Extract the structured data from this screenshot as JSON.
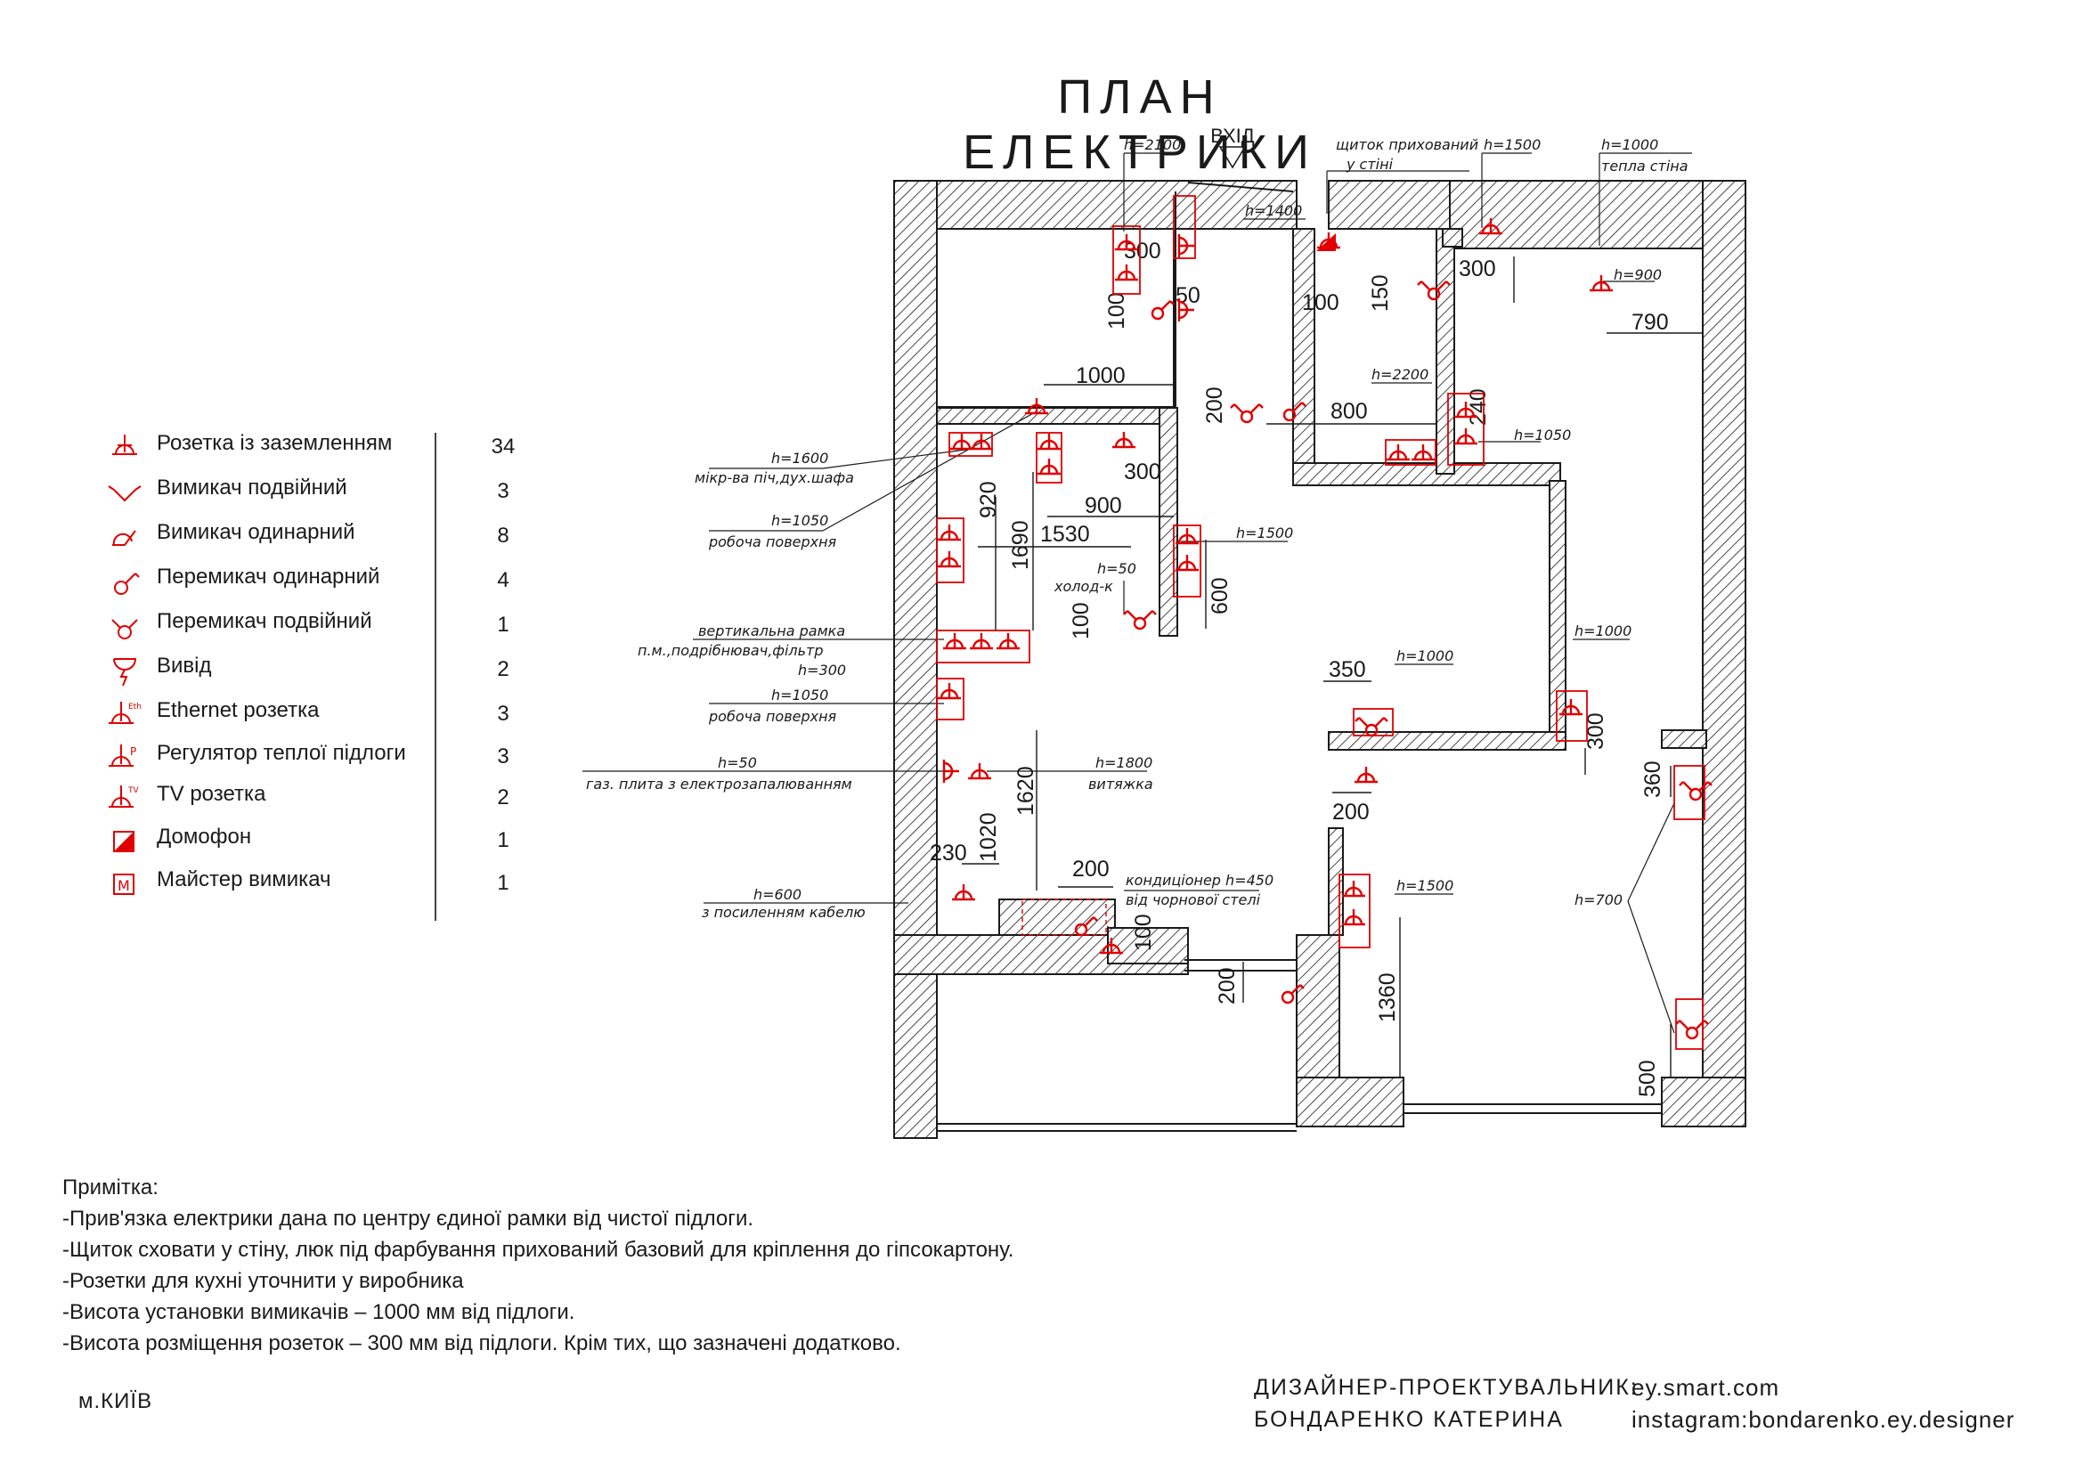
{
  "title": "ПЛАН ЕЛЕКТРИКИ",
  "entrance_label": "ВХІД",
  "legend": [
    {
      "icon": "grounded-socket-icon",
      "label": "Розетка із заземленням",
      "count": "34"
    },
    {
      "icon": "double-switch-icon",
      "label": "Вимикач подвійний",
      "count": "3"
    },
    {
      "icon": "single-switch-icon",
      "label": "Вимикач одинарний",
      "count": "8"
    },
    {
      "icon": "single-toggle-switch-icon",
      "label": "Перемикач одинарний",
      "count": "4"
    },
    {
      "icon": "double-toggle-switch-icon",
      "label": "Перемикач подвійний",
      "count": "1"
    },
    {
      "icon": "outlet-lead-icon",
      "label": "Вивід",
      "count": "2"
    },
    {
      "icon": "ethernet-socket-icon",
      "label": "Ethernet розетка",
      "count": "3"
    },
    {
      "icon": "floor-heating-regulator-icon",
      "label": "Регулятор теплої підлоги",
      "count": "3"
    },
    {
      "icon": "tv-socket-icon",
      "label": "TV розетка",
      "count": "2"
    },
    {
      "icon": "intercom-icon",
      "label": "Домофон",
      "count": "1"
    },
    {
      "icon": "master-switch-icon",
      "label": "Майстер вимикач",
      "count": "1"
    }
  ],
  "notes": {
    "heading": "Примітка:",
    "lines": [
      "-Прив'язка електрики дана по центру єдиної рамки від чистої підлоги.",
      "-Щиток сховати у стіну, люк під фарбування прихований базовий для кріплення до гіпсокартону.",
      "-Розетки для кухні уточнити у виробника",
      "-Висота установки вимикачів – 1000 мм від підлоги.",
      "-Висота розміщення розеток – 300 мм від підлоги. Крім тих, що зазначені додатково."
    ]
  },
  "city": "м.КИЇВ",
  "designer": {
    "role": "ДИЗАЙНЕР-ПРОЕКТУВАЛЬНИК:",
    "name": "БОНДАРЕНКО КАТЕРИНА"
  },
  "contact": {
    "site": "ey.smart.com",
    "instagram": "instagram:bondarenko.ey.designer"
  },
  "dimensions": {
    "d300a": "300",
    "d100a": "100",
    "d50": "50",
    "d1000": "1000",
    "d100b": "100",
    "d150": "150",
    "d300b": "300",
    "d790": "790",
    "d200a": "200",
    "d800": "800",
    "d240": "240",
    "d920": "920",
    "d300c": "300",
    "d900": "900",
    "d1690": "1690",
    "d1530": "1530",
    "d600": "600",
    "d100c": "100",
    "d350": "350",
    "d300d": "300",
    "d360": "360",
    "d200b": "200",
    "d1620": "1620",
    "d1020": "1020",
    "d230": "230",
    "d200c": "200",
    "d100d": "100",
    "d200d": "200",
    "d1360": "1360",
    "d500": "500"
  },
  "annotations": {
    "h2100": "h=2100",
    "panel": "щиток прихований",
    "panel2": "у стіні",
    "h1500a": "h=1500",
    "h1000a": "h=1000",
    "warm_wall": "тепла стіна",
    "h1400": "h=1400",
    "h900": "h=900",
    "h2200": "h=2200",
    "h1050a": "h=1050",
    "h1600": "h=1600",
    "microwave": "мікр-ва піч,дух.шафа",
    "h1050b": "h=1050",
    "worktop1": "робоча поверхня",
    "h1500b": "h=1500",
    "h50a": "h=50",
    "fridge": "холод-к",
    "vframe": "вертикальна рамка",
    "vframe2": "п.м.,подрібнювач,фільтр",
    "h300": "h=300",
    "h1050c": "h=1050",
    "worktop2": "робоча поверхня",
    "h50b": "h=50",
    "gas": "газ. плита з електрозапалюванням",
    "h1800": "h=1800",
    "hood": "витяжка",
    "h1000b": "h=1000",
    "h1000c": "h=1000",
    "h600": "h=600",
    "cable": "з посиленням кабелю",
    "ac": "кондиціонер h=450",
    "ac2": "від чорнової стелі",
    "h1500c": "h=1500",
    "h700": "h=700"
  },
  "colors": {
    "symbol_red": "#e00000",
    "wall_line": "#1a1a1a"
  }
}
